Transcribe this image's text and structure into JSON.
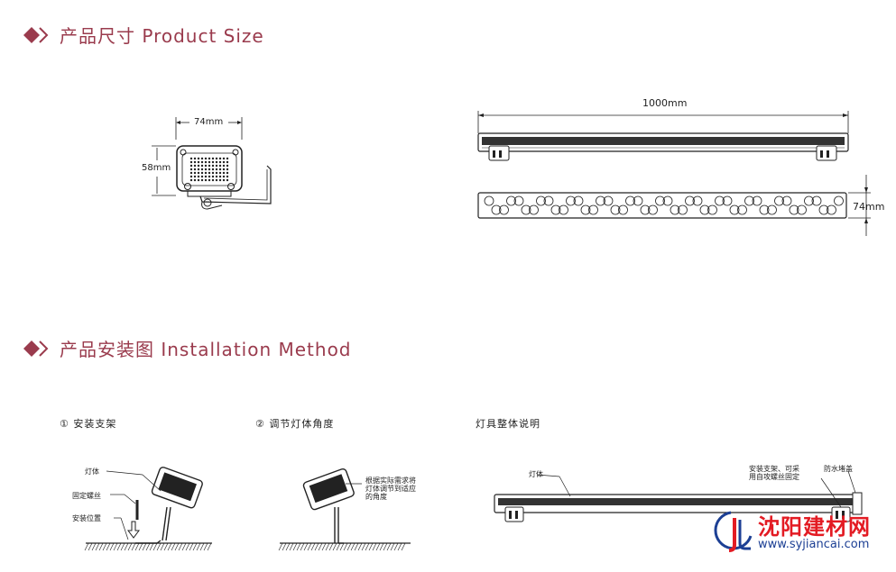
{
  "sections": {
    "size_title": "产品尺寸 Product Size",
    "install_title": "产品安装图 Installation Method"
  },
  "size_diagram": {
    "width_dim": "74mm",
    "height_dim": "58mm",
    "length_dim": "1000mm",
    "depth_dim": "74mm"
  },
  "install": {
    "step1": "① 安装支架",
    "step2": "② 调节灯体角度",
    "step3": "灯具整体说明",
    "labels": {
      "lamp_body": "灯体",
      "fixing_screw": "固定螺丝",
      "install_position": "安装位置",
      "adjust_note_1": "根据实际需求将",
      "adjust_note_2": "灯体调节到适应",
      "adjust_note_3": "的角度",
      "overall_lamp_body": "灯体",
      "bracket_note_1": "安装支架、可采",
      "bracket_note_2": "用自攻螺丝固定",
      "waterproof_cap": "防水堵盖"
    }
  },
  "watermark": {
    "name": "沈阳建材网",
    "url": "www.syjiancai.com",
    "colors": {
      "brand_red": "#e31b23",
      "brand_blue": "#1c3f94"
    }
  },
  "colors": {
    "title": "#9a3b4d",
    "diamond": "#9a3b4d",
    "line": "#222222"
  }
}
